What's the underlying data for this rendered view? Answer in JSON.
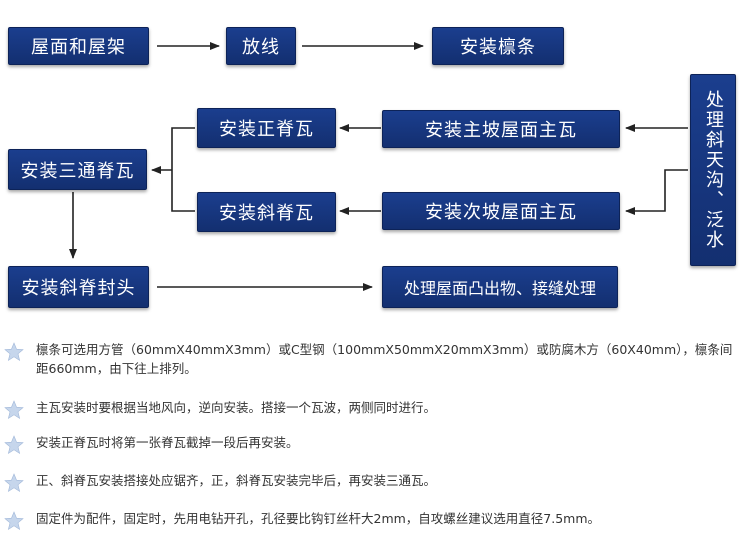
{
  "flow": {
    "roof_frame": "屋面和屋架",
    "layout_lines": "放线",
    "install_purlins": "安装檩条",
    "side_box": "处理斜天沟、泛水",
    "main_slope_tiles": "安装主坡屋面主瓦",
    "secondary_slope_tiles": "安装次坡屋面主瓦",
    "main_ridge": "安装正脊瓦",
    "hip_ridge": "安装斜脊瓦",
    "tee_ridge": "安装三通脊瓦",
    "hip_end_cap": "安装斜脊封头",
    "protrusions_joints": "处理屋面凸出物、接缝处理"
  },
  "notes": [
    "檩条可选用方管（60mmX40mmX3mm）或C型钢（100mmX50mmX20mmX3mm）或防腐木方（60X40mm），檩条间距660mm，由下往上排列。",
    "主瓦安装时要根据当地风向，逆向安装。搭接一个瓦波，两侧同时进行。",
    "安装正脊瓦时将第一张脊瓦截掉一段后再安装。",
    "正、斜脊瓦安装搭接处应锯齐，正，斜脊瓦安装完毕后，再安装三通瓦。",
    "固定件为配件，固定时，先用电钻开孔，孔径要比钩钉丝杆大2mm，自攻螺丝建议选用直径7.5mm。"
  ],
  "colors": {
    "box": "#1b3e8e",
    "arrow": "#222222",
    "star": "#c6d6ec"
  }
}
